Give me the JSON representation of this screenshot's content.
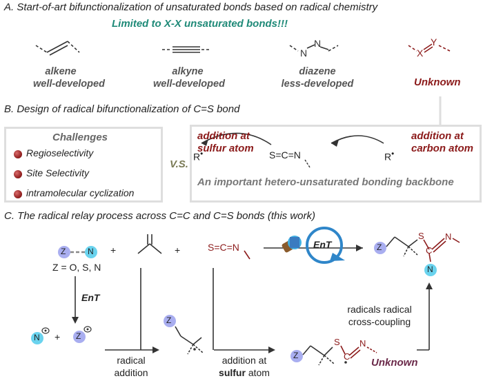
{
  "section_a": {
    "title": "A. Start-of-art bifunctionalization of unsaturated bonds based on radical chemistry",
    "limited": "Limited to X-X unsaturated bonds!!!",
    "alkene": [
      "alkene",
      "well-developed"
    ],
    "alkyne": [
      "alkyne",
      "well-developed"
    ],
    "diazene": [
      "diazene",
      "less-developed"
    ],
    "unknown": "Unknown",
    "diazene_atoms": [
      "N",
      "N"
    ],
    "xy_atoms": [
      "X",
      "Y"
    ]
  },
  "section_b": {
    "title": "B. Design of radical bifunctionalization of C=S bond",
    "challenges_title": "Challenges",
    "challenges": [
      "Regioselectivity",
      "Site Selectivity",
      "intramolecular cyclization"
    ],
    "vs": "V.S.",
    "addition_sulfur": [
      "addition at",
      "sulfur atom"
    ],
    "addition_carbon": [
      "addition at",
      "carbon atom"
    ],
    "scn_formula": "S=C=N",
    "radical_r": "R",
    "backbone": "An important hetero-unsaturated bonding backbone"
  },
  "section_c": {
    "title": "C. The radical relay process across C=C and C=S bonds (this work)",
    "z_label": "Z",
    "n_label": "N",
    "z_def": "Z = O, S, N",
    "plus": "+",
    "scn": "S=C=N",
    "ent": "EnT",
    "radical_addition": [
      "radical",
      "addition"
    ],
    "addition_sulfur_pre": "addition at",
    "addition_sulfur_bold": "sulfur",
    "addition_sulfur_post": " atom",
    "radicals_coupling": [
      "radicals radical",
      "cross-coupling"
    ],
    "unknown": "Unknown",
    "s_atom": "S",
    "c_atom": "C",
    "n_atom": "N"
  },
  "colors": {
    "teal": "#1f8a78",
    "dark_red": "#8b1a1a",
    "z_bubble": "#a9aef0",
    "n_bubble": "#6ad3ee",
    "ent_blue": "#2f86c9",
    "box_gray": "#dedede"
  }
}
